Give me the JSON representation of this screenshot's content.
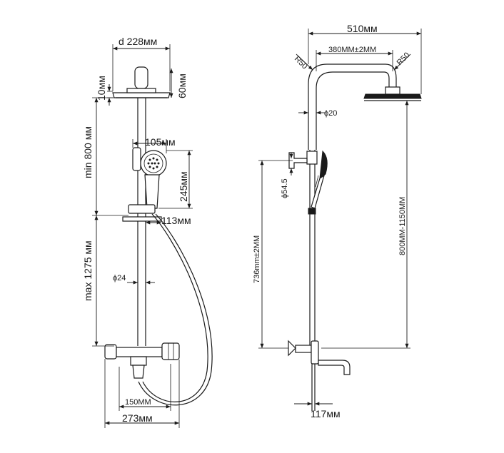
{
  "front_view": {
    "head_diameter": "d 228мм",
    "head_offset_top": "10мм",
    "head_offset_right": "60мм",
    "min_height": "min 800 мм",
    "max_height": "max 1275 мм",
    "hand_shower_width": "105мм",
    "hand_shower_height": "245мм",
    "holder_offset": "113мм",
    "pipe_diameter": "ϕ24",
    "mixer_center_distance": "150MM",
    "mixer_width": "273мм"
  },
  "side_view": {
    "total_width": "510мм",
    "arm_length": "380MM±2MM",
    "radius_left": "R50",
    "radius_right": "R50",
    "upper_pipe_diameter": "ϕ20",
    "holder_diameter": "ϕ54.5",
    "outlet_height": "736mm±2MM",
    "adjustable_height": "800MM-1150MM",
    "spout_offset": "117мм"
  }
}
